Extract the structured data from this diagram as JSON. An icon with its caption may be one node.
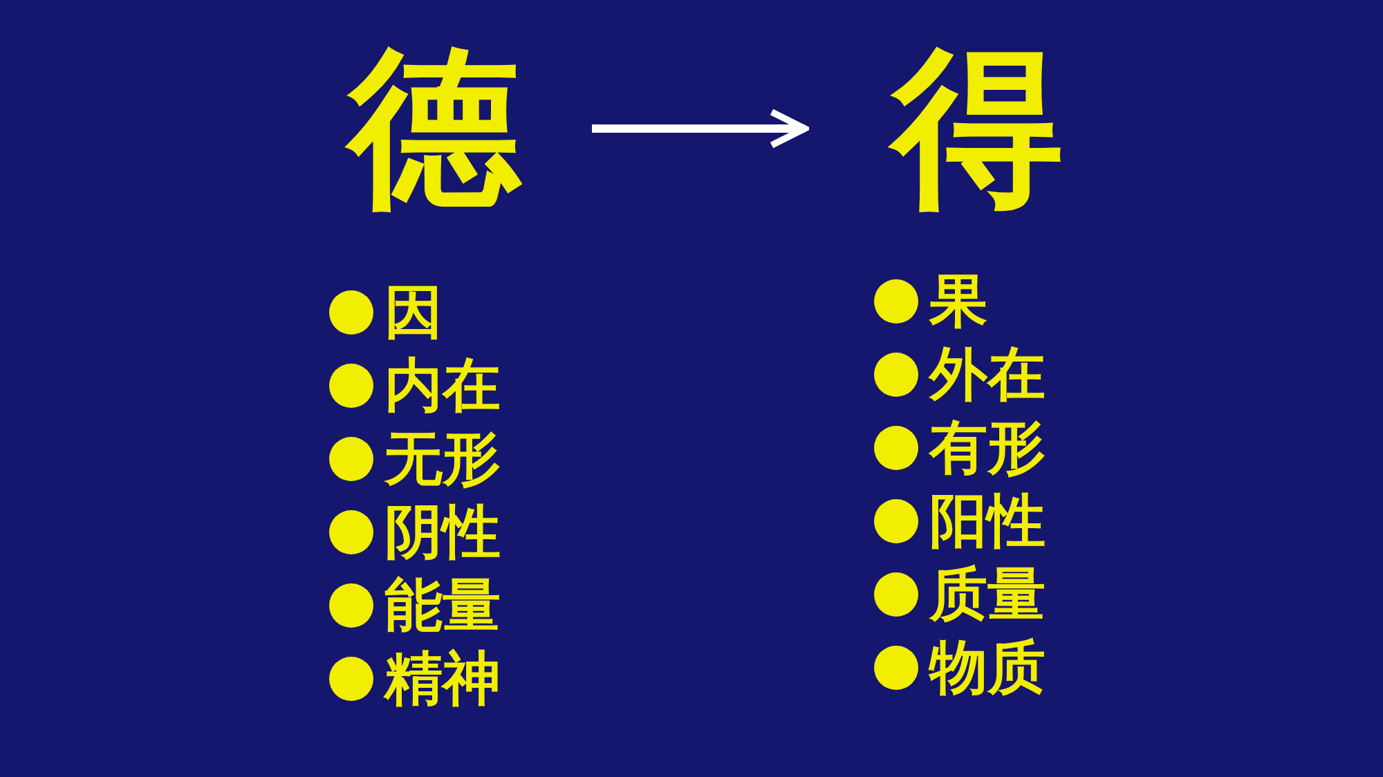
{
  "diagram": {
    "nodes": [
      {
        "text": [
          "德"
        ]
      },
      {
        "text": [
          "得"
        ]
      }
    ],
    "edges": [
      {
        "from": 0,
        "to": 1,
        "arrow": "to"
      }
    ],
    "labels": [
      "因",
      "内在",
      "无形",
      "阴性",
      "能量",
      "精神",
      "果",
      "外在",
      "有形",
      "阳性",
      "质量",
      "物质"
    ]
  }
}
